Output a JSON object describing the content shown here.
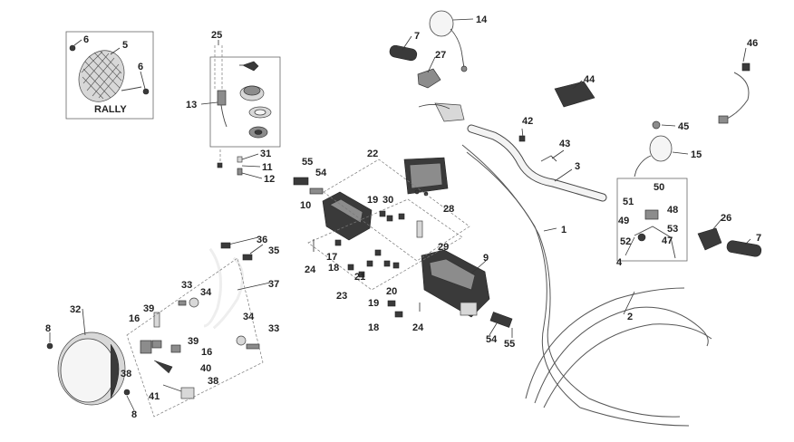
{
  "diagram": {
    "rally_label": "RALLY",
    "parts": [
      {
        "id": "p1",
        "label": "1"
      },
      {
        "id": "p2",
        "label": "2"
      },
      {
        "id": "p3",
        "label": "3"
      },
      {
        "id": "p4",
        "label": "4"
      },
      {
        "id": "p5",
        "label": "5"
      },
      {
        "id": "p6a",
        "label": "6"
      },
      {
        "id": "p6b",
        "label": "6"
      },
      {
        "id": "p7a",
        "label": "7"
      },
      {
        "id": "p7b",
        "label": "7"
      },
      {
        "id": "p8a",
        "label": "8"
      },
      {
        "id": "p8b",
        "label": "8"
      },
      {
        "id": "p9",
        "label": "9"
      },
      {
        "id": "p10",
        "label": "10"
      },
      {
        "id": "p11",
        "label": "11"
      },
      {
        "id": "p12",
        "label": "12"
      },
      {
        "id": "p13",
        "label": "13"
      },
      {
        "id": "p14",
        "label": "14"
      },
      {
        "id": "p15",
        "label": "15"
      },
      {
        "id": "p16a",
        "label": "16"
      },
      {
        "id": "p16b",
        "label": "16"
      },
      {
        "id": "p17",
        "label": "17"
      },
      {
        "id": "p18a",
        "label": "18"
      },
      {
        "id": "p18b",
        "label": "18"
      },
      {
        "id": "p19a",
        "label": "19"
      },
      {
        "id": "p19b",
        "label": "19"
      },
      {
        "id": "p20",
        "label": "20"
      },
      {
        "id": "p21",
        "label": "21"
      },
      {
        "id": "p22",
        "label": "22"
      },
      {
        "id": "p23",
        "label": "23"
      },
      {
        "id": "p24a",
        "label": "24"
      },
      {
        "id": "p24b",
        "label": "24"
      },
      {
        "id": "p25",
        "label": "25"
      },
      {
        "id": "p26",
        "label": "26"
      },
      {
        "id": "p27",
        "label": "27"
      },
      {
        "id": "p28",
        "label": "28"
      },
      {
        "id": "p29",
        "label": "29"
      },
      {
        "id": "p30",
        "label": "30"
      },
      {
        "id": "p31",
        "label": "31"
      },
      {
        "id": "p32",
        "label": "32"
      },
      {
        "id": "p33a",
        "label": "33"
      },
      {
        "id": "p33b",
        "label": "33"
      },
      {
        "id": "p34a",
        "label": "34"
      },
      {
        "id": "p34b",
        "label": "34"
      },
      {
        "id": "p35",
        "label": "35"
      },
      {
        "id": "p36",
        "label": "36"
      },
      {
        "id": "p37",
        "label": "37"
      },
      {
        "id": "p38a",
        "label": "38"
      },
      {
        "id": "p38b",
        "label": "38"
      },
      {
        "id": "p39a",
        "label": "39"
      },
      {
        "id": "p39b",
        "label": "39"
      },
      {
        "id": "p40",
        "label": "40"
      },
      {
        "id": "p41",
        "label": "41"
      },
      {
        "id": "p42",
        "label": "42"
      },
      {
        "id": "p43",
        "label": "43"
      },
      {
        "id": "p44",
        "label": "44"
      },
      {
        "id": "p45",
        "label": "45"
      },
      {
        "id": "p46",
        "label": "46"
      },
      {
        "id": "p47",
        "label": "47"
      },
      {
        "id": "p48",
        "label": "48"
      },
      {
        "id": "p49",
        "label": "49"
      },
      {
        "id": "p50",
        "label": "50"
      },
      {
        "id": "p51",
        "label": "51"
      },
      {
        "id": "p52",
        "label": "52"
      },
      {
        "id": "p53",
        "label": "53"
      },
      {
        "id": "p54a",
        "label": "54"
      },
      {
        "id": "p54b",
        "label": "54"
      },
      {
        "id": "p55a",
        "label": "55"
      },
      {
        "id": "p55b",
        "label": "55"
      }
    ]
  }
}
